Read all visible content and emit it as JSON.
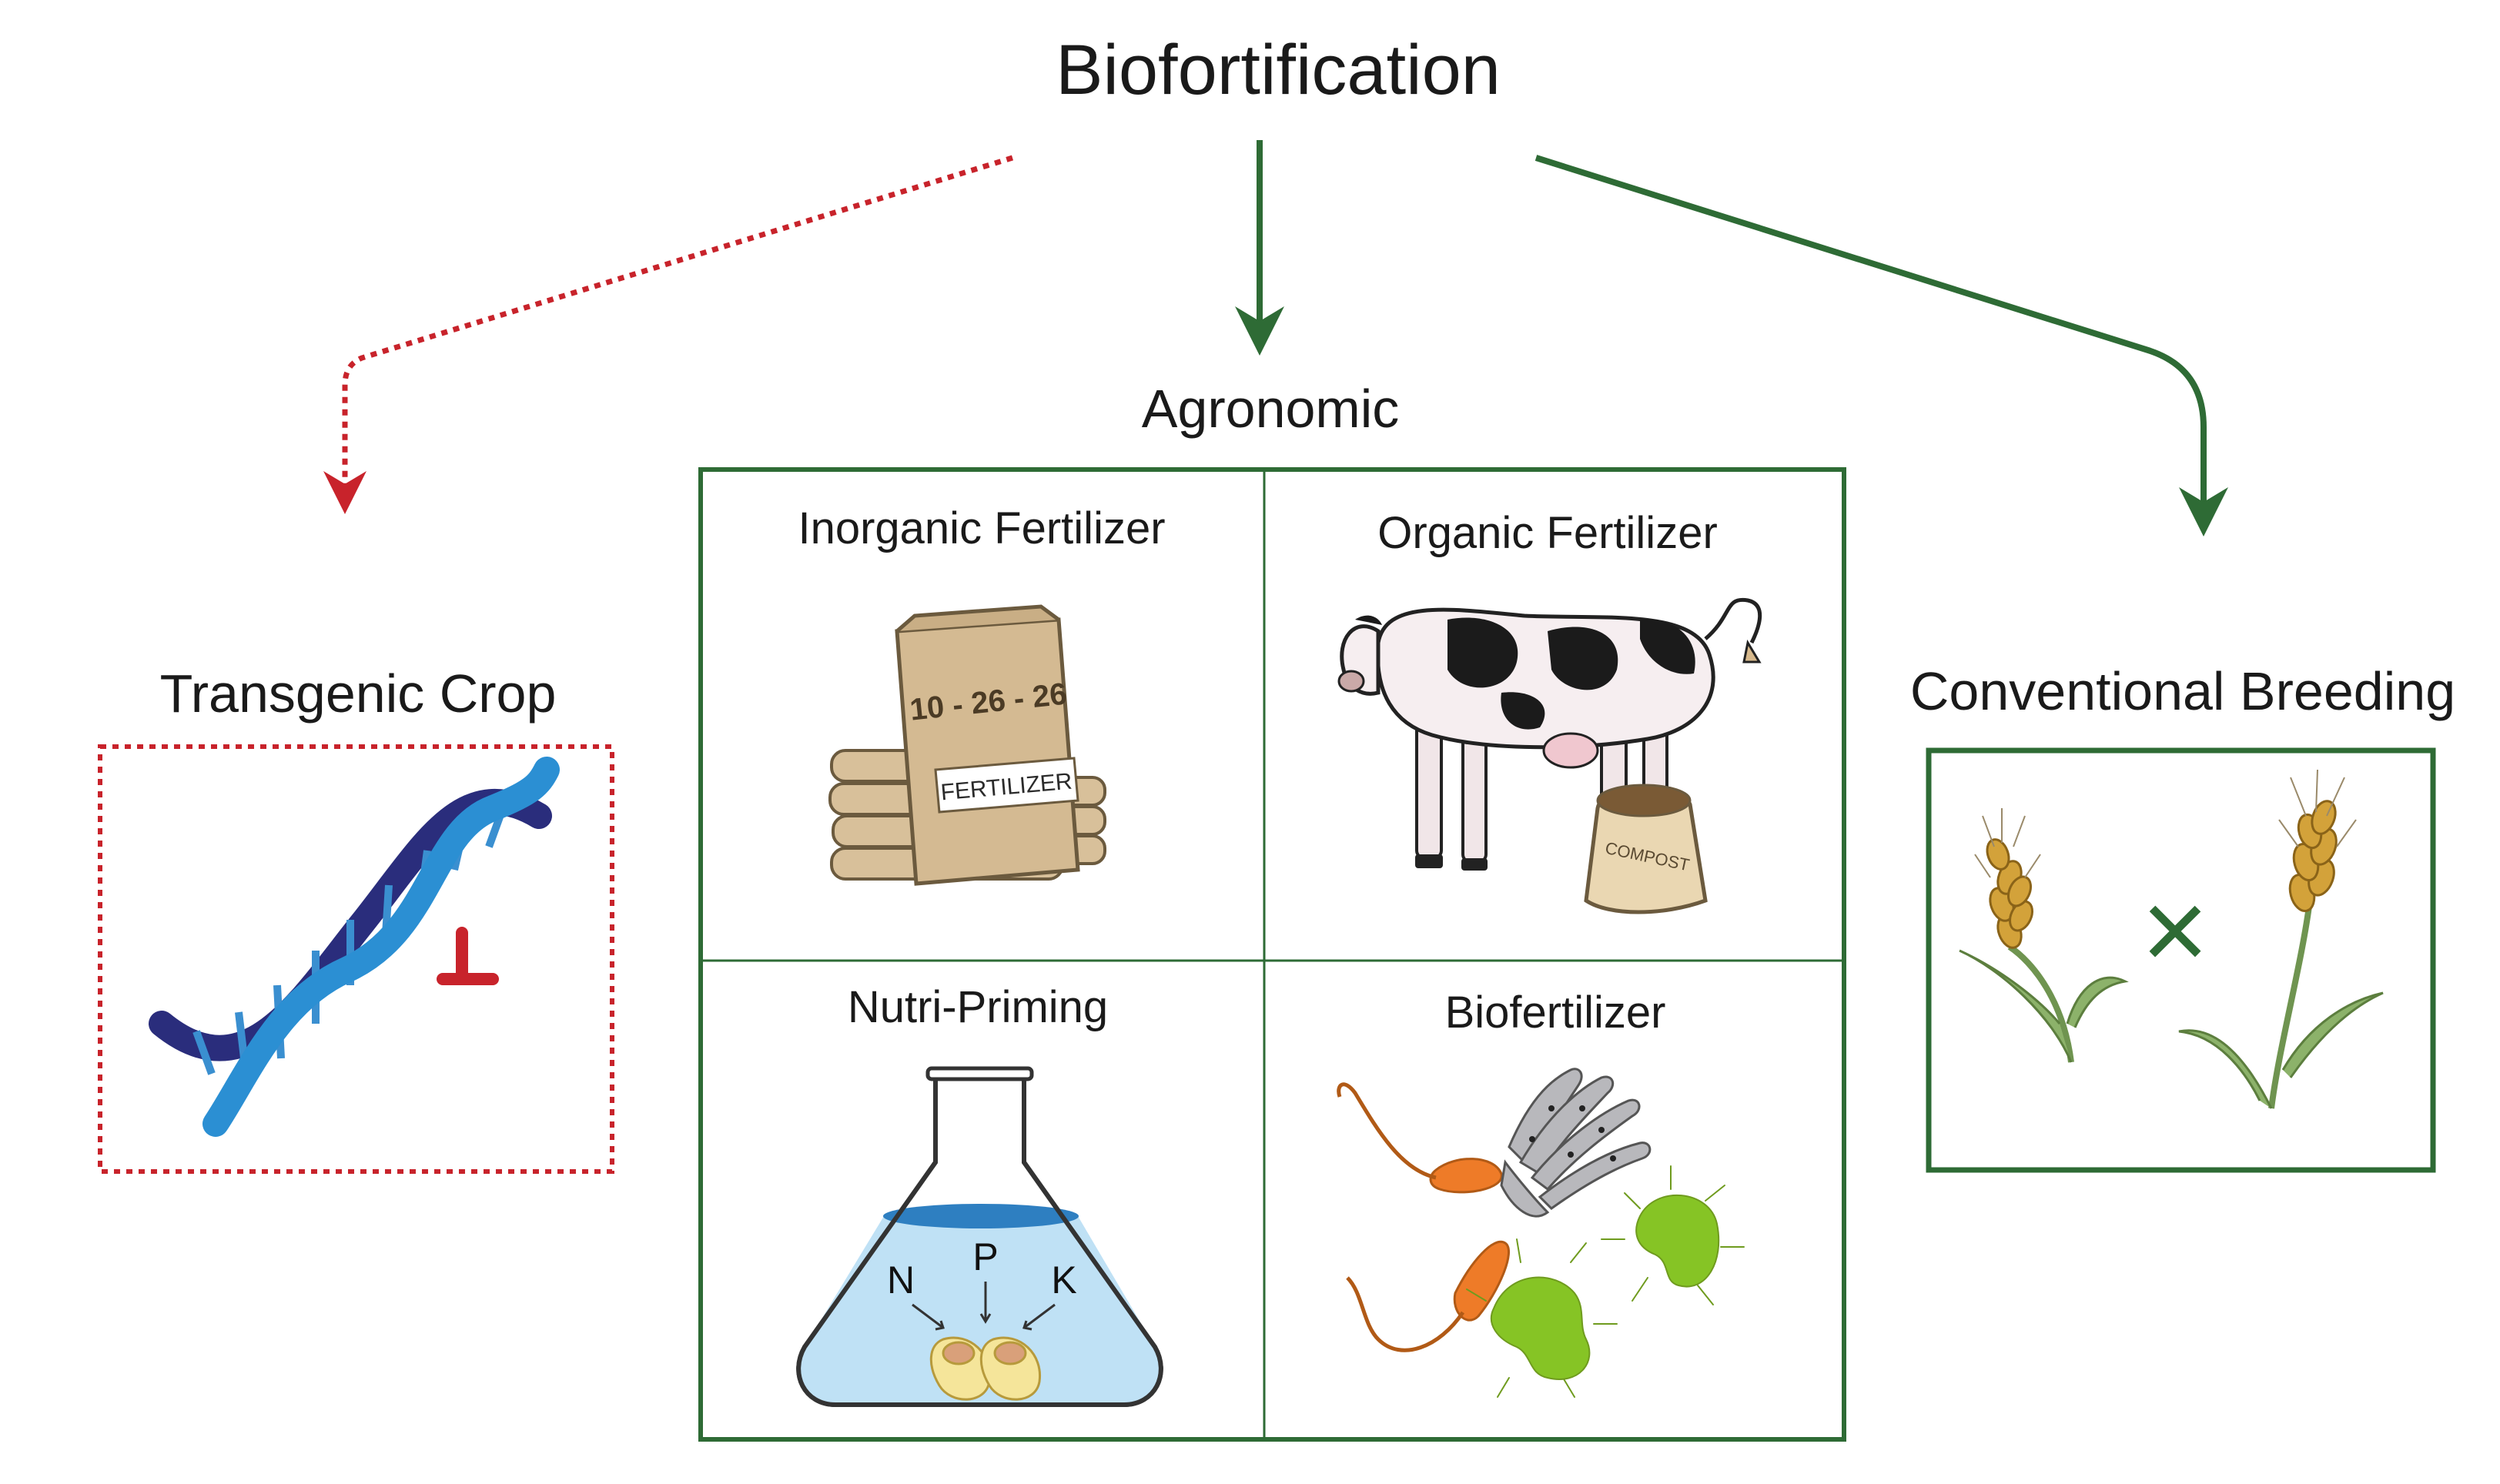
{
  "diagram": {
    "title": "Biofortification",
    "branches": {
      "transgenic": {
        "label": "Transgenic Crop",
        "arrow_style": "dotted",
        "color": "#c8232b"
      },
      "agronomic": {
        "label": "Agronomic",
        "arrow_style": "solid",
        "color": "#2e6b35"
      },
      "conventional": {
        "label": "Conventional Breeding",
        "arrow_style": "solid",
        "color": "#2e6b35"
      }
    },
    "agronomic_quadrants": [
      {
        "label": "Inorganic Fertilizer",
        "icon": "fertilizer-bag-icon",
        "bag_text": "10 - 26 - 26",
        "bag_label": "FERTILIZER"
      },
      {
        "label": "Organic Fertilizer",
        "icon": "cow-icon",
        "sack_label": "COMPOST"
      },
      {
        "label": "Nutri-Priming",
        "icon": "flask-icon",
        "nutrients": [
          "N",
          "P",
          "K"
        ]
      },
      {
        "label": "Biofertilizer",
        "icon": "microbes-icon"
      }
    ],
    "transgenic_icon": "dna-icon",
    "conventional_icon": "wheat-cross-icon",
    "cross_symbol": "×"
  }
}
